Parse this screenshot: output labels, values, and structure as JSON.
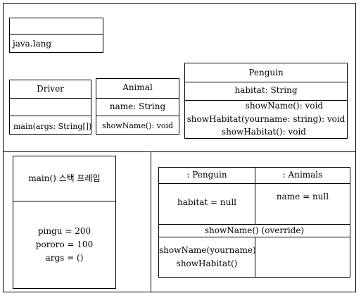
{
  "package": {
    "name": "java.lang"
  },
  "driver": {
    "title": "Driver",
    "methods": [
      "main(args: String[])"
    ]
  },
  "animal": {
    "title": "Animal",
    "fields": [
      "name: String"
    ],
    "methods": [
      "showName(): void"
    ]
  },
  "penguin": {
    "title": "Penguin",
    "fields": [
      "habitat: String"
    ],
    "methods": [
      "showName(): void",
      "showHabitat(yourname: string): void",
      "showHabitat(): void"
    ]
  },
  "stack_frame": {
    "title": "main() 스택 프레임",
    "variables": [
      "pingu = 200",
      "pororo = 100",
      "args = ()"
    ]
  },
  "heap_object": {
    "penguin_header": ": Penguin",
    "animals_header": ": Animals",
    "penguin_field": "habitat = null",
    "animals_field": "name = null",
    "shared_method": "showName() (override)",
    "penguin_methods": [
      "showName(yourname)",
      "showHabitat()"
    ]
  }
}
